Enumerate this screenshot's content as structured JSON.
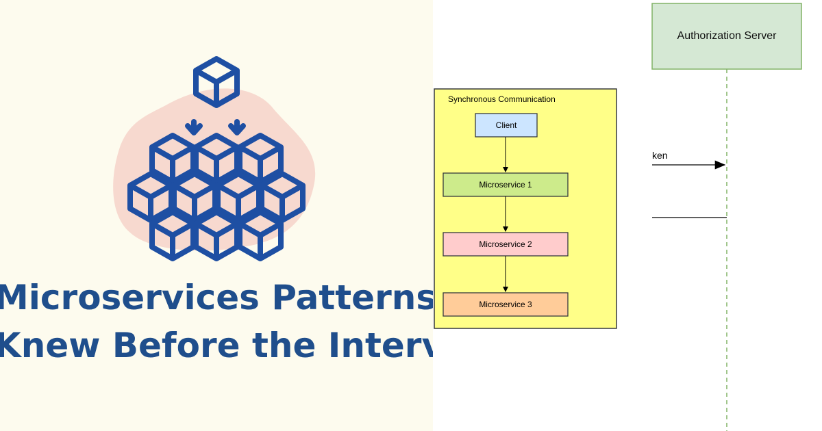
{
  "headline": {
    "line1": "Microservices Patterns I W",
    "line2": "Knew Before the Intervie"
  },
  "colors": {
    "left_bg": "#fdfbee",
    "headline": "#1f4e8c",
    "icon_blue": "#1e4fa3",
    "blob_pink": "#f7d9cf",
    "sync_bg": "#ffff88",
    "client": "#cce5ff",
    "ms1": "#cdeb8b",
    "ms2": "#ffcccc",
    "ms3": "#ffcc99",
    "auth_bg": "#d5e8d4",
    "auth_border": "#82b366"
  },
  "icons": {
    "main": "microservices-cubes-icon"
  },
  "sync_diagram": {
    "title": "Synchronous Communication",
    "client": "Client",
    "ms1": "Microservice 1",
    "ms2": "Microservice 2",
    "ms3": "Microservice 3"
  },
  "sequence_diagram": {
    "auth_server": "Authorization Server",
    "message_partial": "ken"
  }
}
